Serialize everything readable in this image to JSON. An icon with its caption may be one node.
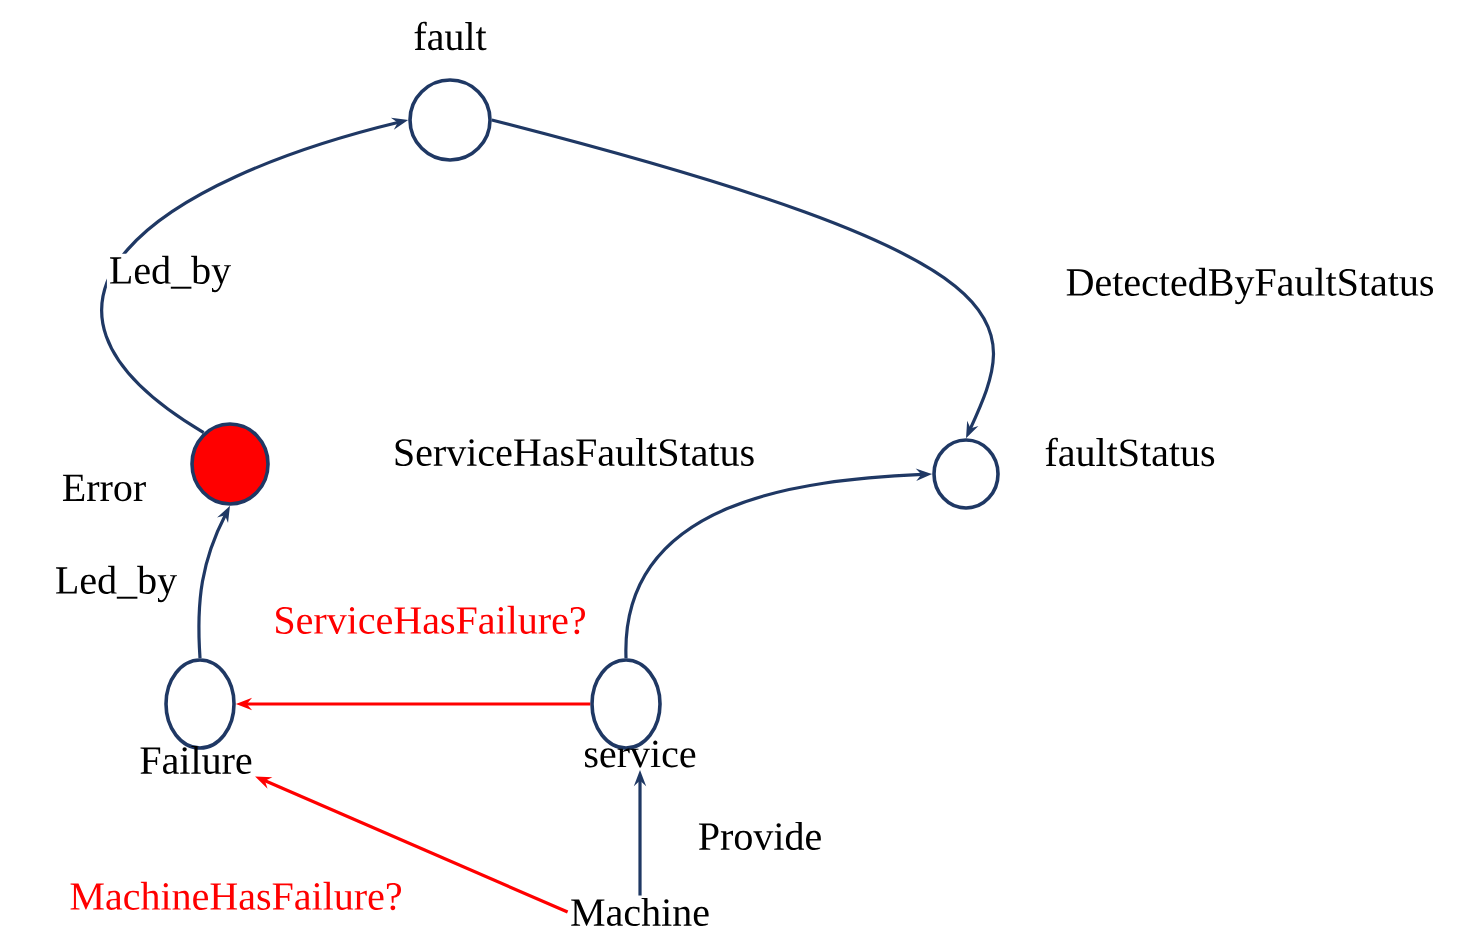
{
  "diagram": {
    "nodes": [
      {
        "text": [
          "fault"
        ]
      },
      {
        "text": [
          "Error"
        ]
      },
      {
        "text": [
          "faultStatus"
        ]
      },
      {
        "text": [
          "Failure"
        ]
      },
      {
        "text": [
          "service"
        ]
      },
      {
        "text": [
          "Machine"
        ]
      }
    ],
    "edges": [
      {
        "from": 1,
        "to": 0,
        "arrow": "to",
        "label": "Led_by"
      },
      {
        "from": 0,
        "to": 2,
        "arrow": "to",
        "label": "DetectedByFaultStatus"
      },
      {
        "from": 4,
        "to": 2,
        "arrow": "to",
        "label": "ServiceHasFaultStatus"
      },
      {
        "from": 3,
        "to": 1,
        "arrow": "to",
        "label": "Led_by"
      },
      {
        "from": 4,
        "to": 3,
        "arrow": "to",
        "label": "ServiceHasFailure?",
        "color": "#ff0000"
      },
      {
        "from": 5,
        "to": 3,
        "arrow": "to",
        "label": "MachineHasFailure?",
        "color": "#ff0000"
      },
      {
        "from": 5,
        "to": 4,
        "arrow": "to",
        "label": "Provide"
      }
    ]
  }
}
